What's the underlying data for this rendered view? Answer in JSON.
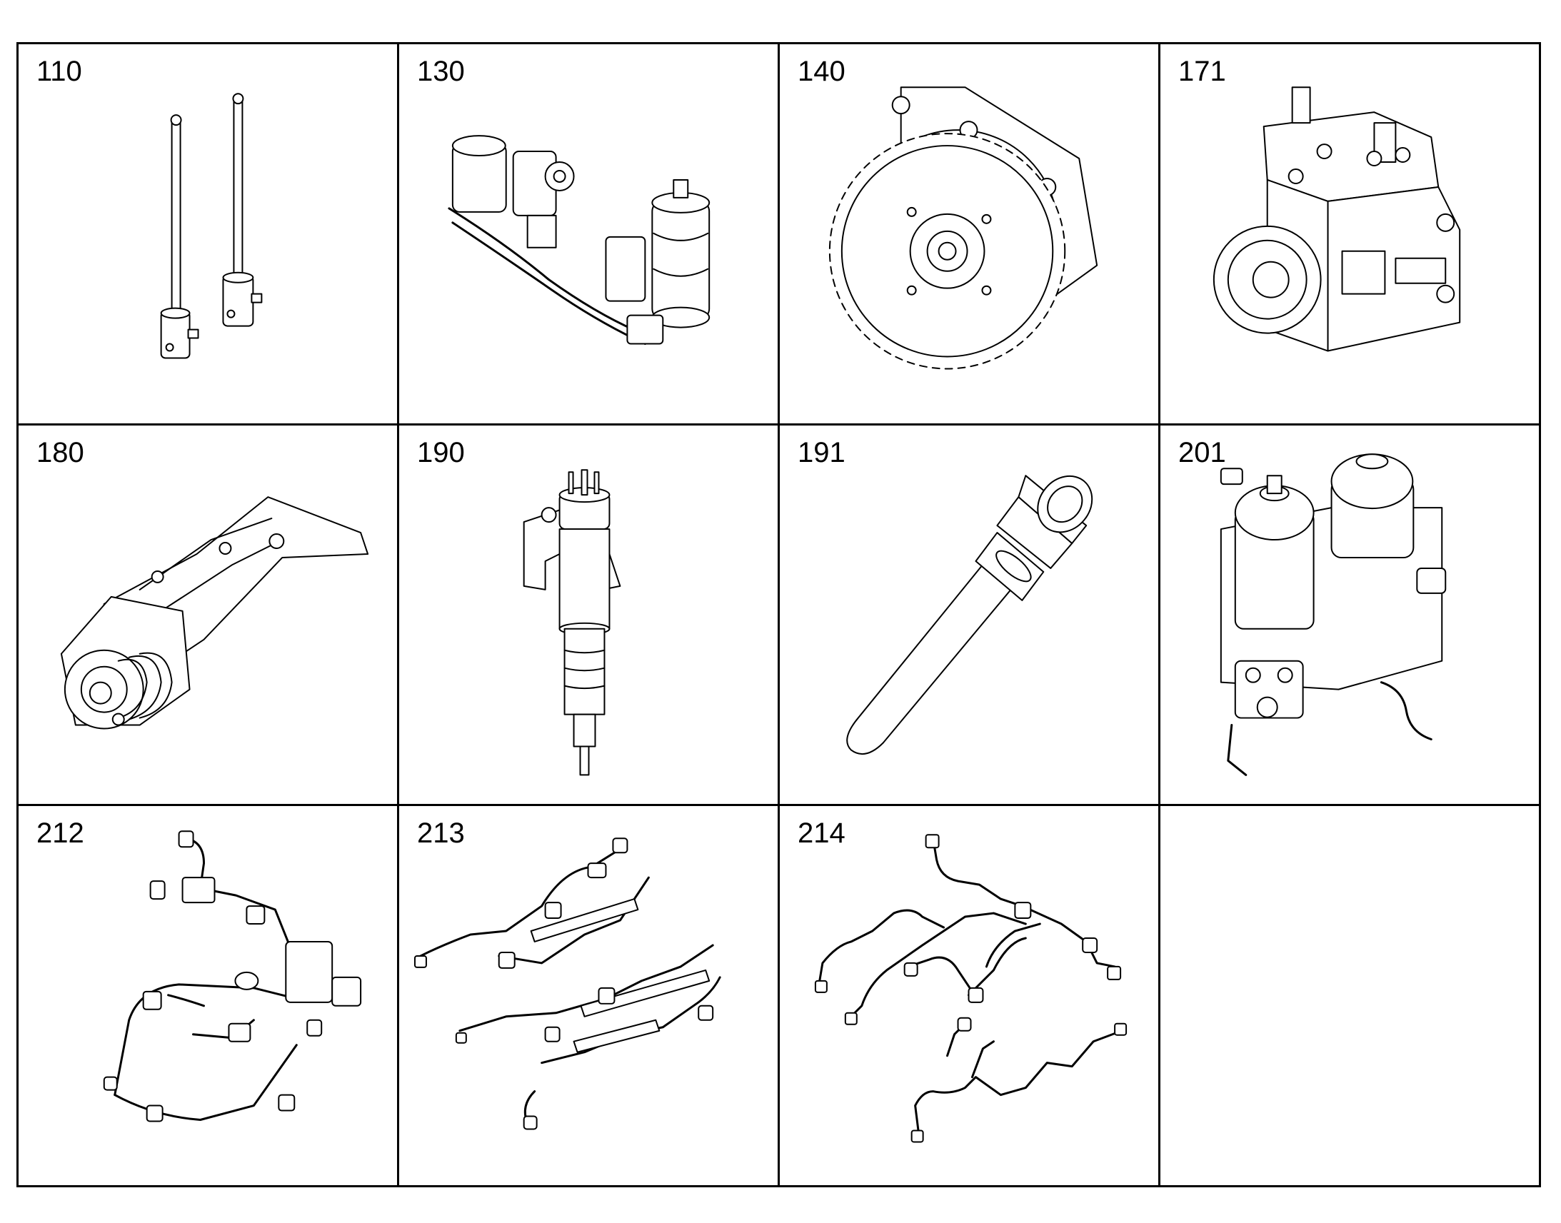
{
  "parts": [
    {
      "number": "110",
      "icon": "pushrod-pair-icon"
    },
    {
      "number": "130",
      "icon": "fuel-module-icon"
    },
    {
      "number": "140",
      "icon": "gear-pump-icon"
    },
    {
      "number": "171",
      "icon": "high-pressure-pump-icon"
    },
    {
      "number": "180",
      "icon": "pump-drive-assembly-icon"
    },
    {
      "number": "190",
      "icon": "injector-icon"
    },
    {
      "number": "191",
      "icon": "nozzle-holder-icon"
    },
    {
      "number": "201",
      "icon": "fuel-filter-module-icon"
    },
    {
      "number": "212",
      "icon": "fuel-line-set-icon"
    },
    {
      "number": "213",
      "icon": "injection-line-harness-icon"
    },
    {
      "number": "214",
      "icon": "injection-pipe-set-icon"
    },
    {
      "number": "",
      "icon": ""
    }
  ]
}
